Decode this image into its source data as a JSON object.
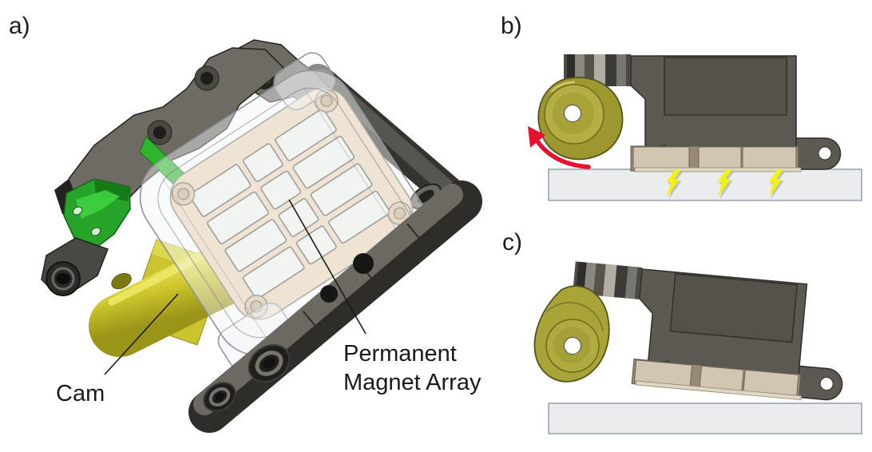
{
  "panels": {
    "a": {
      "label": "a)"
    },
    "b": {
      "label": "b)"
    },
    "c": {
      "label": "c)"
    }
  },
  "annotations": {
    "cam_label": "Cam",
    "magnet_label_line1": "Permanent",
    "magnet_label_line2": "Magnet Array"
  },
  "icons": [
    {
      "name": "rotation-arrow-icon",
      "meaning": "cam rotation direction (counterclockwise)",
      "color": "#e8112d"
    },
    {
      "name": "lightning-bolt-icon",
      "meaning": "magnetic attraction to plate",
      "count": 3,
      "color": "#f4f406"
    }
  ],
  "colors": {
    "background": "#ffffff",
    "frame_dark_gray": "#5b5952",
    "frame_edge_black": "#23221f",
    "bracket_green": "#2db52d",
    "cam_yellow": "#cdc62c",
    "cam_olive": "#a8a437",
    "magnet_tan": "#d0c6b2",
    "magnet_plate_tan": "#edd6b8",
    "base_plate_gray": "#eaecee",
    "arrow_red": "#e8112d",
    "bolt_yellow": "#f4f406"
  }
}
